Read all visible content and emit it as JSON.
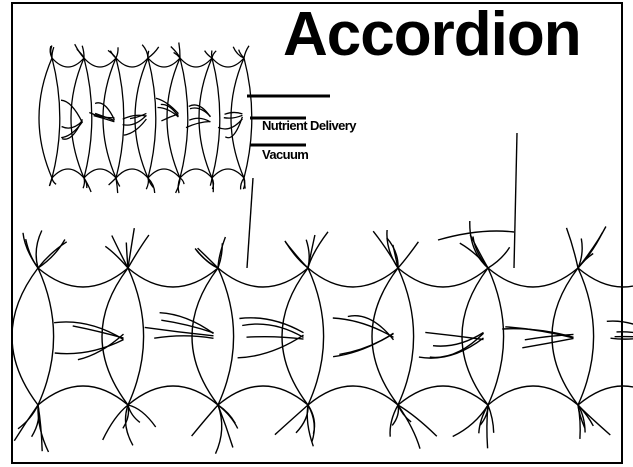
{
  "title": "Accordion",
  "legend": {
    "items": [
      {
        "label": "Nutrient Delivery"
      },
      {
        "label": "Vacuum"
      }
    ]
  },
  "colors": {
    "ink": "#000000",
    "background": "#ffffff"
  },
  "diagram": {
    "small_segments": 6,
    "large_segments": 7
  }
}
